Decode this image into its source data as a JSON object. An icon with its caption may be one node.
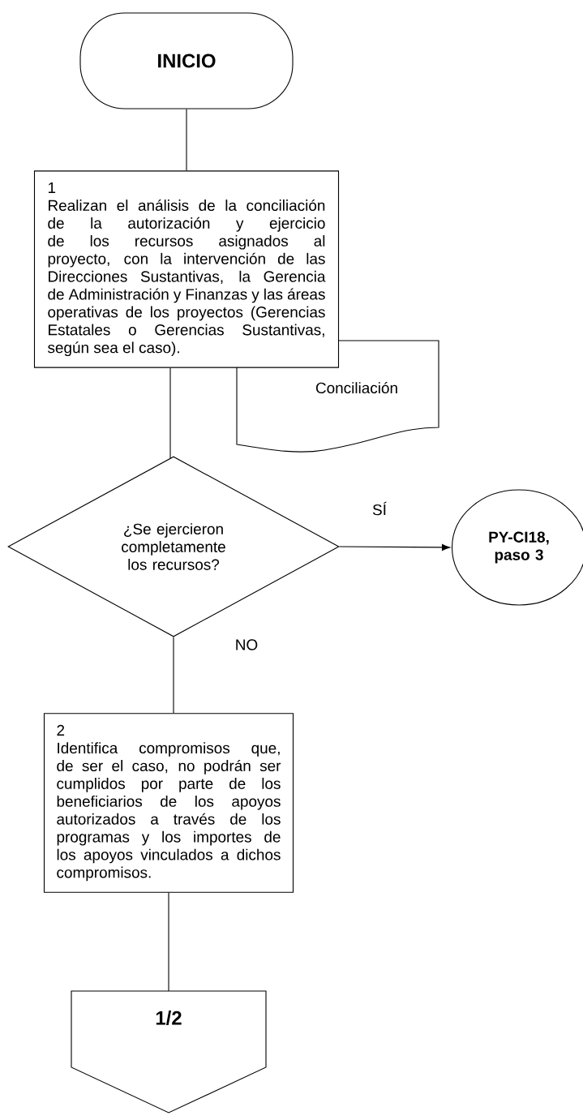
{
  "diagram": {
    "nodes": [
      {
        "text": [
          "INICIO"
        ]
      },
      {
        "text": [
          "1",
          "Realizan el análisis de la conciliación de la autorización y ejercicio de los recursos asignados al proyecto, con la intervención de las Direcciones Sustantivas, la Gerencia de Administración y Finanzas y las áreas operativas de los proyectos (Gerencias Estatales o Gerencias Sustantivas, según sea el caso)."
        ]
      },
      {
        "text": [
          "Conciliación"
        ]
      },
      {
        "text": [
          "¿Se ejercieron completamente los recursos?"
        ]
      },
      {
        "text": [
          "PY-CI18, paso 3"
        ]
      },
      {
        "text": [
          "2",
          "Identifica compromisos que, de ser el caso, no podrán ser cumplidos por parte de los beneficiarios de los apoyos autorizados a través de los programas y los importes de los apoyos vinculados a dichos compromisos."
        ]
      },
      {
        "text": [
          "1/2"
        ]
      }
    ],
    "edges": [
      {
        "from": 0,
        "to": 1,
        "arrow": "none"
      },
      {
        "from": 1,
        "to": 3,
        "arrow": "none"
      },
      {
        "from": 3,
        "to": 4,
        "arrow": "to",
        "label": "SÍ"
      },
      {
        "from": 3,
        "to": 5,
        "arrow": "none",
        "label": "NO"
      },
      {
        "from": 5,
        "to": 6,
        "arrow": "none"
      }
    ]
  }
}
